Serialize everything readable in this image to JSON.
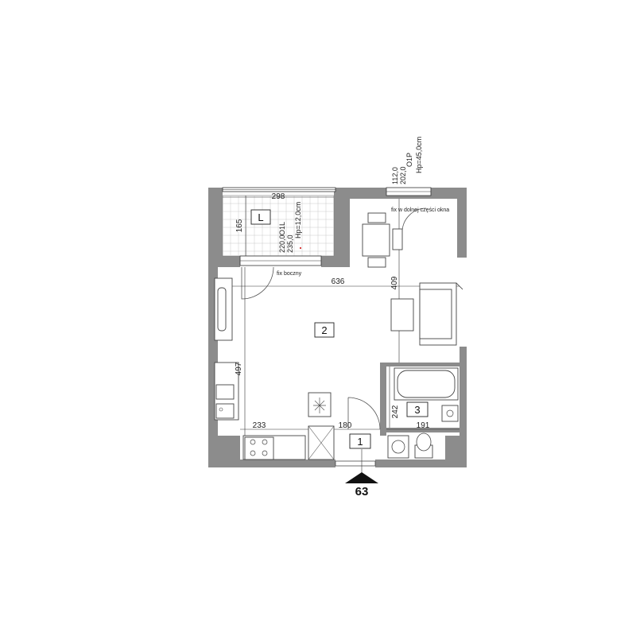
{
  "rooms": {
    "balcony": {
      "label": "L",
      "width_dim": "298",
      "depth_dim": "165",
      "window_sill": "220,0",
      "window_head": "235,0",
      "window_code": "O1L",
      "window_height": "Hp=12,0cm"
    },
    "living": {
      "label": "2",
      "width_dim": "636",
      "right_dim": "409",
      "left_dim": "497"
    },
    "bathroom": {
      "label": "3",
      "width_dim": "191",
      "height_dim": "242"
    },
    "entry": {
      "label": "1",
      "width_dim": "180"
    },
    "kitchen": {
      "width_dim": "233"
    }
  },
  "top_window": {
    "sill": "112,0",
    "head": "202,0",
    "code": "O1P",
    "height": "Hp=45,0cm",
    "note": "fix w dolnej części okna"
  },
  "balcony_door_note": "fix boczny",
  "unit_number": "63"
}
